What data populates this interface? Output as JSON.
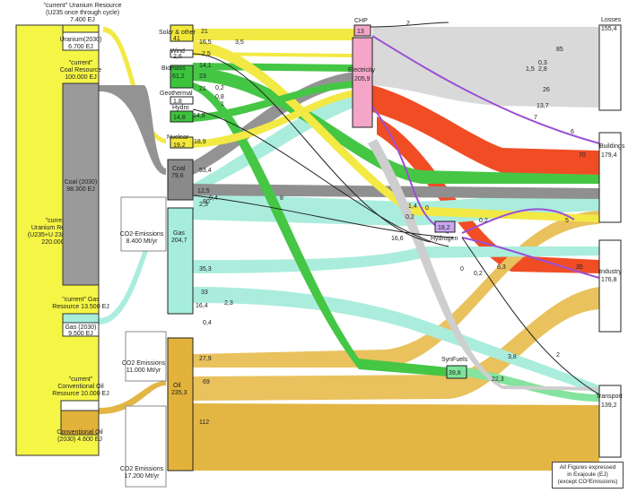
{
  "resources": {
    "uranium_total": {
      "l1": "\"current\"",
      "l2": "Uranium Resource",
      "l3": "(U235+U 238 fertility)",
      "l4": "220.000 EJ"
    },
    "uranium_cycle": {
      "l1": "\"current\" Uranium Resource",
      "l2": "(U235 once through cycle)",
      "l3": "7.400 EJ"
    },
    "uranium_2030": {
      "l1": "Uranium(2030)",
      "l2": "6.700 EJ"
    },
    "coal_current": {
      "l1": "\"current\"",
      "l2": "Coal Resource",
      "l3": "100.000 EJ"
    },
    "coal_2030": {
      "l1": "Coal (2030)",
      "l2": "98.300 EJ"
    },
    "gas_current": {
      "l1": "\"current\" Gas",
      "l2": "Resource 13.500 EJ"
    },
    "gas_2030": {
      "l1": "Gas (2030)",
      "l2": "9.500 EJ"
    },
    "oil_current": {
      "l1": "\"current\"",
      "l2": "Conventional Oil",
      "l3": "Resource 10.000 EJ"
    },
    "oil_2030": {
      "l1": "Conventional Oil",
      "l2": "(2030) 4.600 EJ"
    }
  },
  "emissions": {
    "coal": {
      "l1": "CO2-Emissions",
      "l2": "8.400 Mt/yr"
    },
    "gas": {
      "l1": "CO2 Emissions",
      "l2": "11.000 Mt/yr"
    },
    "oil": {
      "l1": "CO2 Emissions",
      "l2": "17.200 Mt/yr"
    }
  },
  "sources": {
    "solar": {
      "name": "Solar & other",
      "value": "41",
      "out1": "21",
      "out2": "16,5"
    },
    "wind": {
      "name": "Wind",
      "value": "2,6",
      "out": "2,5"
    },
    "biomass": {
      "name": "Biomass",
      "value": "61,2",
      "out1": "14,1",
      "out2": "23",
      "out3": "21"
    },
    "geothermal": {
      "name": "Geothermal",
      "value": "1,8",
      "out1": "0,2",
      "out2": "0,8",
      "out3": "1"
    },
    "hydro": {
      "name": "Hydro",
      "value": "14,8",
      "out": "14,8"
    },
    "nuclear": {
      "name": "Nuclear",
      "value": "19,2",
      "out": "18,9"
    },
    "coal": {
      "name": "Coal",
      "value": "79,6",
      "out1": "53,4",
      "out2": "12,5",
      "out3": "0,4",
      "out4": "2,3"
    },
    "gas": {
      "name": "Gas",
      "value": "204,7",
      "out1": "80",
      "out2": "35,3",
      "out3": "33",
      "out4": "16,4",
      "out5": "2,3",
      "out6": "0,4"
    },
    "oil": {
      "name": "Oil",
      "value": "235,3",
      "out1": "27,9",
      "out2": "69",
      "out3": "112"
    }
  },
  "converters": {
    "chp": {
      "name": "CHP",
      "value": "13"
    },
    "electricity": {
      "name": "Electricity",
      "value": "205,9"
    },
    "hydrogen": {
      "name": "Hydrogen",
      "value": "18,2",
      "in": "16,6",
      "out1": "1,4",
      "out2": "0,2",
      "out3": "0",
      "out4": "0",
      "out5": "0,2",
      "out6": "6,3",
      "out7": "0,2"
    },
    "synfuels": {
      "name": "SynFuels",
      "value": "39,8",
      "out1": "3,8",
      "out2": "22,3",
      "out3": "2"
    }
  },
  "sinks": {
    "losses": {
      "name": "Losses",
      "value": "155,4"
    },
    "buildings": {
      "name": "Buildings",
      "value": "179,4"
    },
    "industry": {
      "name": "Industry",
      "value": "176,8"
    },
    "transport": {
      "name": "Transport",
      "value": "139,2"
    }
  },
  "flow_labels": {
    "chp_loss": "2",
    "loss85": "85",
    "loss03": "0,3",
    "loss15": "1,5",
    "loss28": "2,8",
    "loss26": "26",
    "el137": "13,7",
    "el7": "7",
    "el6": "6",
    "el70": "70",
    "el35": "35",
    "el5": "5",
    "misc35": "3,5",
    "misc8": "8"
  },
  "note": {
    "l1": "All Figures expressed",
    "l2": "in Exajoule (EJ)",
    "l3": "(except CO²Emissions)"
  },
  "colors": {
    "solar": "#f3e83a",
    "biomass": "#3cc43c",
    "gas": "#a6eddc",
    "coal": "#888888",
    "oil": "#e3b23c",
    "electricity": "#f4a6c8",
    "losses": "#d9d9d9",
    "heat": "#f24a1a",
    "hydrogen": "#9b4fd6",
    "uranium": "#f5f546"
  }
}
